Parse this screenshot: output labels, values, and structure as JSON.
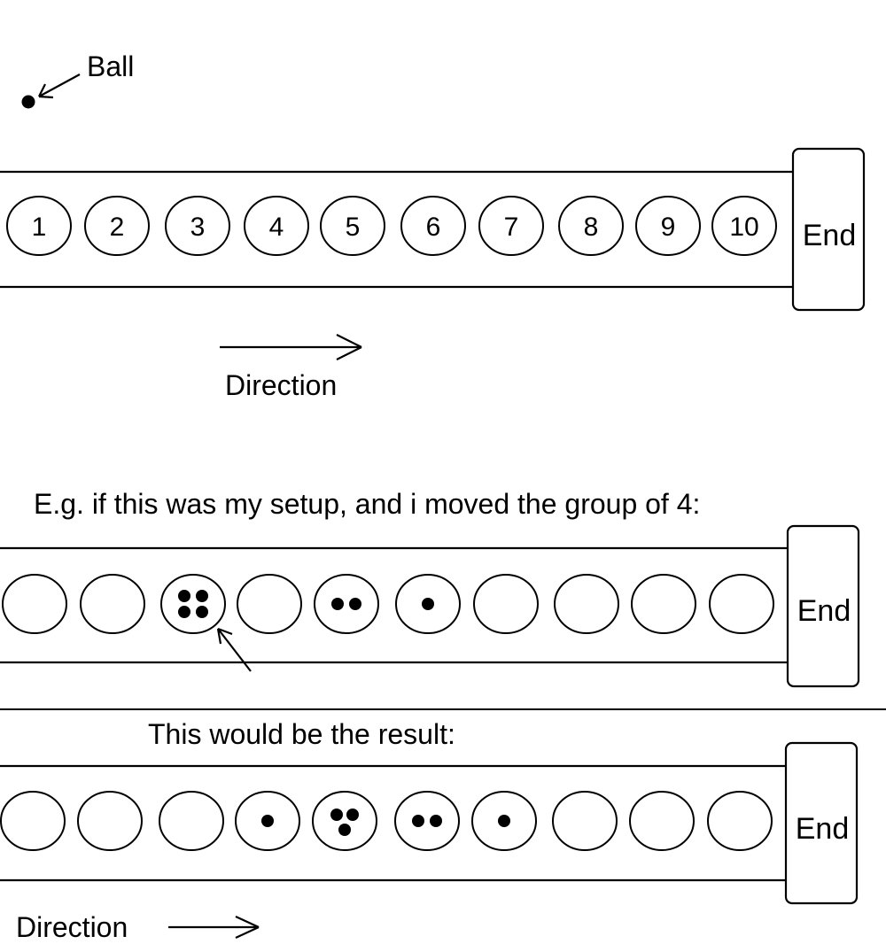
{
  "ball_label": "Ball",
  "direction_label_1": "Direction",
  "direction_label_2": "Direction",
  "example_text": "E.g. if this was my setup, and i moved the group of 4:",
  "result_text": "This would be the result:",
  "end_label": "End",
  "pit_numbers": [
    "1",
    "2",
    "3",
    "4",
    "5",
    "6",
    "7",
    "8",
    "9",
    "10"
  ],
  "setup_balls": [
    0,
    0,
    4,
    0,
    2,
    1,
    0,
    0,
    0,
    0
  ],
  "result_balls": [
    0,
    0,
    0,
    1,
    3,
    2,
    1,
    0,
    0,
    0
  ],
  "moved_pit_number": 3,
  "colors": {
    "ink": "#000000",
    "background": "#ffffff"
  }
}
